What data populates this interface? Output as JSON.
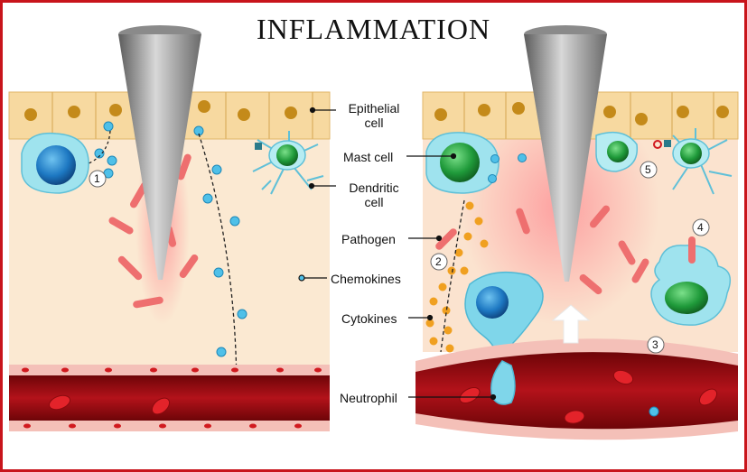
{
  "title": "INFLAMMATION",
  "labels": {
    "epithelial": [
      "Epithelial",
      "cell"
    ],
    "mast": "Mast cell",
    "dendritic": [
      "Dendritic",
      "cell"
    ],
    "pathogen": "Pathogen",
    "chemokines": "Chemokines",
    "cytokines": "Cytokines",
    "neutrophil": "Neutrophil"
  },
  "steps": [
    "1",
    "2",
    "3",
    "4",
    "5"
  ],
  "colors": {
    "frame": "#c8141b",
    "tissue": "#fbe9d2",
    "epithelial": "#f7d9a0",
    "nucleus": "#c48a1a",
    "vessel": "#9b0a10",
    "vessel_wall": "#f4c0b8",
    "rbc": "#d11a1f",
    "chemokine": "#4fc0e8",
    "cytokine": "#f0a020",
    "pathogen": "#ee6f6f",
    "neutrophil_body": "#7fd6ea",
    "neutrophil_nucleus": "#1b5f9e",
    "mast_nucleus": "#1f9a3a",
    "needle": "#8a8a8a"
  }
}
